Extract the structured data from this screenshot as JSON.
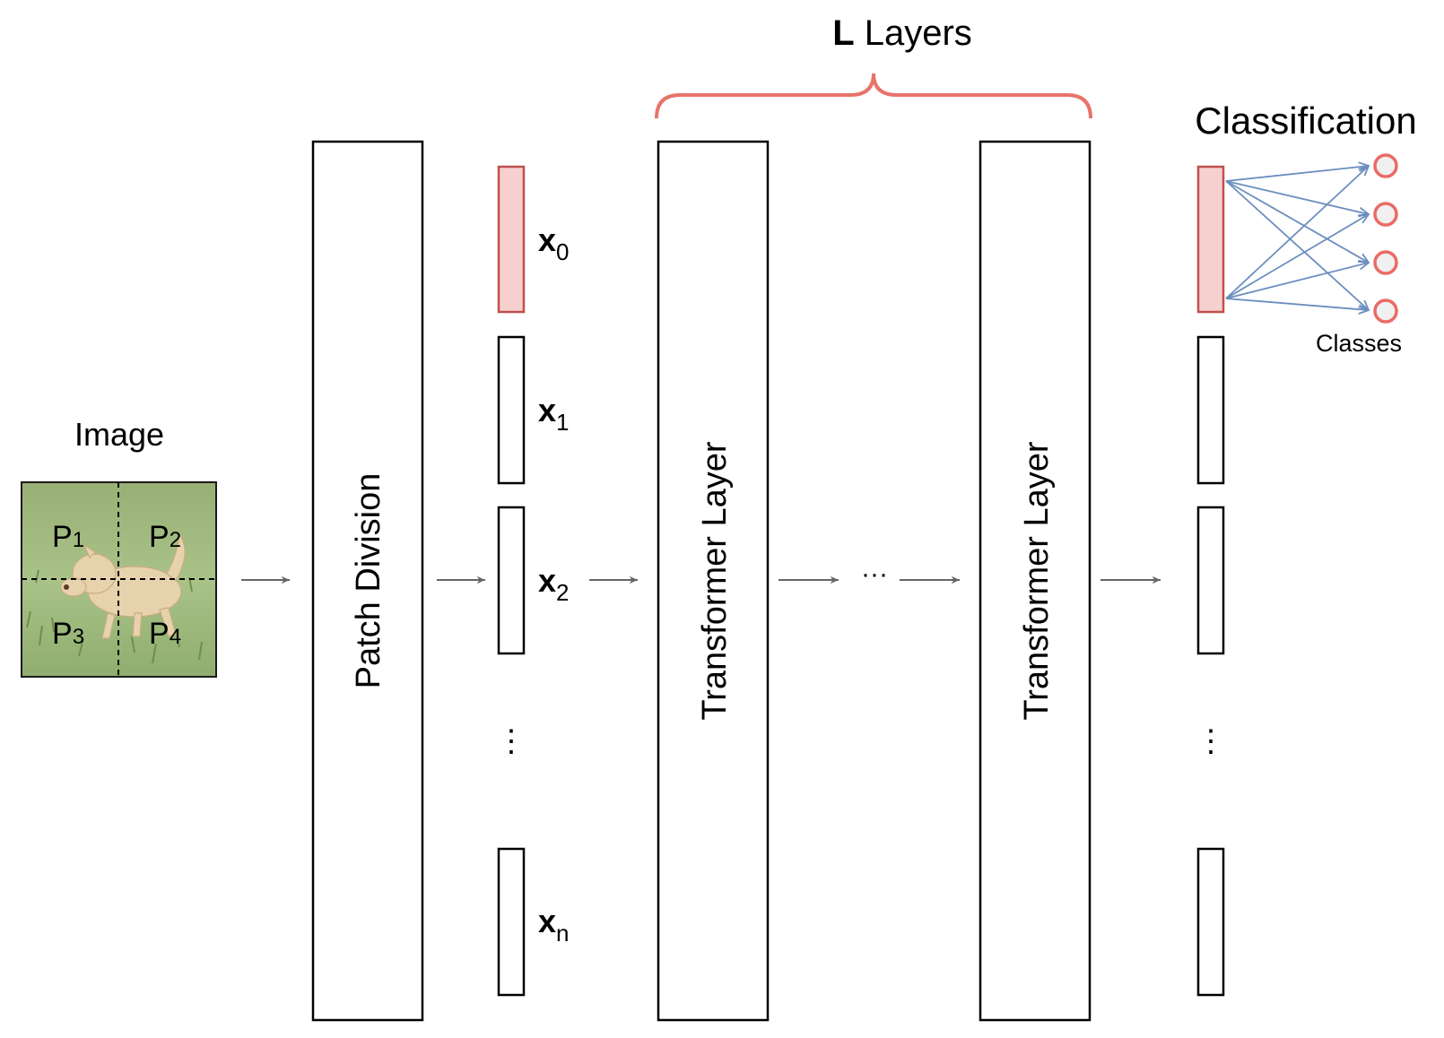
{
  "header": {
    "layers_label_bold": "L",
    "layers_label_rest": " Layers",
    "classification_title": "Classification"
  },
  "image_panel": {
    "title": "Image",
    "patches": [
      {
        "main": "P",
        "sub": "1"
      },
      {
        "main": "P",
        "sub": "2"
      },
      {
        "main": "P",
        "sub": "3"
      },
      {
        "main": "P",
        "sub": "4"
      }
    ]
  },
  "blocks": {
    "patch_division": "Patch Division",
    "transformer_first": "Transformer Layer",
    "transformer_last": "Transformer Layer"
  },
  "tokens": {
    "base": "x",
    "labels": [
      {
        "main": "x",
        "sub": "0"
      },
      {
        "main": "x",
        "sub": "1"
      },
      {
        "main": "x",
        "sub": "2"
      },
      {
        "main": "x",
        "sub": "n"
      }
    ],
    "vdots_left": "⋮",
    "vdots_right": "⋮"
  },
  "flow": {
    "ellipsis": "···"
  },
  "classes": {
    "label": "Classes",
    "count": 4
  },
  "colors": {
    "brace": "#e8736b",
    "cls_fill": "#f5d0cf",
    "cls_stroke": "#c0504d",
    "connection": "#6c8ebf",
    "class_node_stroke": "#ea6b66",
    "class_node_fill": "#f0f0f0",
    "arrow": "#666666",
    "box_stroke": "#000000"
  }
}
